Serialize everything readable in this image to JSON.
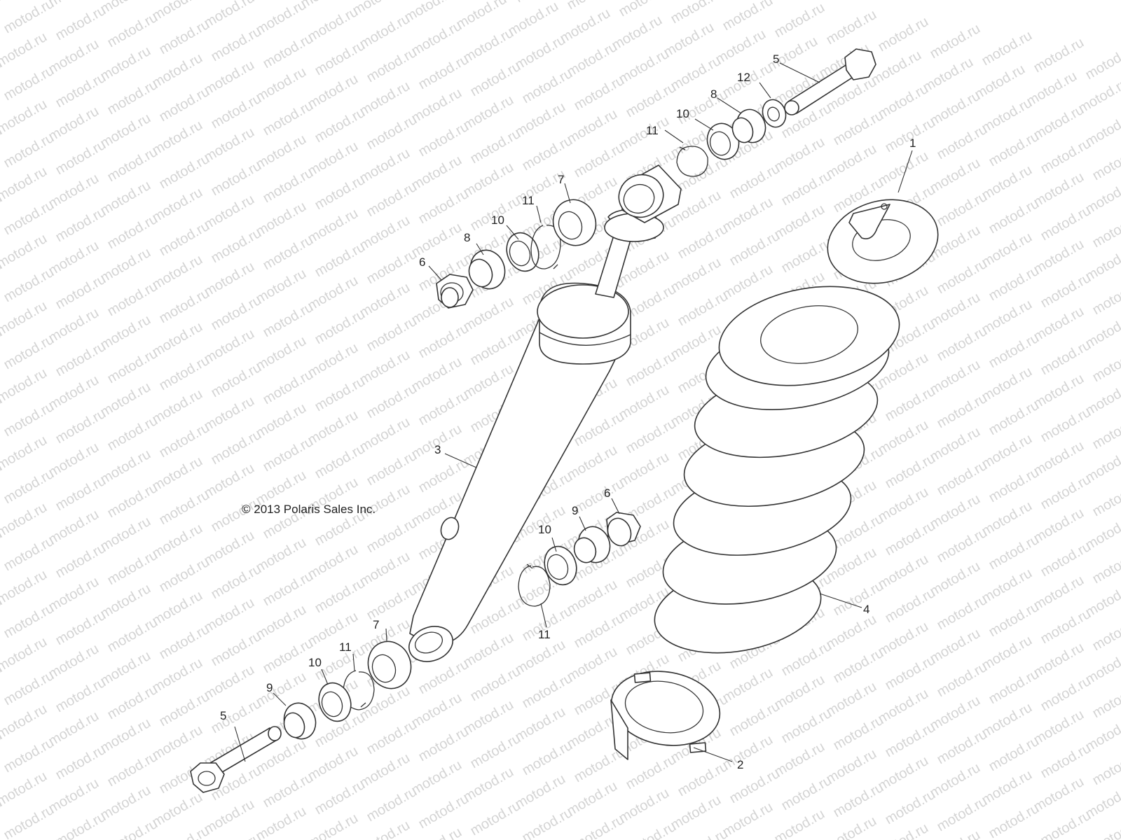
{
  "copyright": "© 2013 Polaris Sales Inc.",
  "watermark": "motod.ru",
  "callouts": {
    "spring_seat_top": "1",
    "spring_retainer_bottom": "2",
    "shock_body": "3",
    "coil_spring": "4",
    "bolt_top": "5",
    "bolt_bottom": "5",
    "nut_upper": "6",
    "nut_lower": "6",
    "bushing_upper": "7",
    "bushing_lower": "7",
    "spacer_left_upper": "8",
    "spacer_right_upper": "8",
    "spacer_lower_right": "9",
    "spacer_lower_left": "9",
    "washer_upper_left": "10",
    "washer_upper_right": "10",
    "washer_lower_right": "10",
    "washer_lower_left": "10",
    "clip_upper_left": "11",
    "clip_upper_right": "11",
    "clip_lower_right": "11",
    "clip_lower_left": "11",
    "washer_top": "12"
  }
}
